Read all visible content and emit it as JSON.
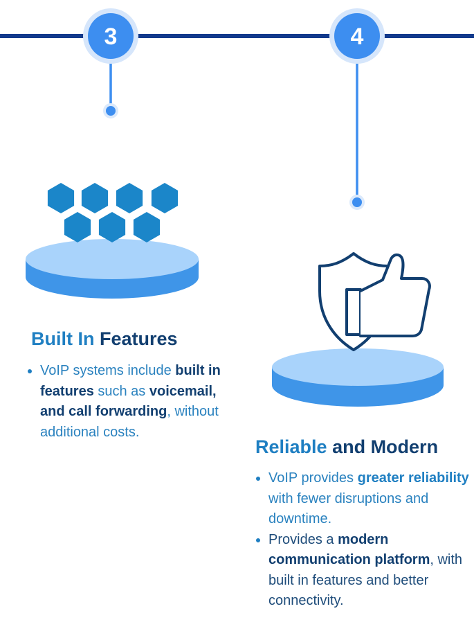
{
  "colors": {
    "timeline_line": "#123a8c",
    "badge_fill": "#3d8ef0",
    "badge_ring": "#d6e6fb",
    "connector": "#3d8ef0",
    "hexagon": "#1b86c9",
    "platform_top": "#a9d3fb",
    "platform_side": "#3f95e8",
    "shield_outline": "#123f70",
    "title_light": "#1f7fc2",
    "title_dark": "#123f70"
  },
  "steps": [
    {
      "number": "3",
      "icon": "hexagon-cluster-icon",
      "title_light": "Built In",
      "title_dark": "Features",
      "bullets": [
        {
          "parts": [
            "VoIP systems include ",
            "built in features",
            " such as ",
            "voicemail, and call forwarding",
            ", without additional costs."
          ]
        }
      ]
    },
    {
      "number": "4",
      "icon": "shield-thumbs-up-icon",
      "title_light": "Reliable",
      "title_dark": "and Modern",
      "bullets": [
        {
          "parts": [
            "VoIP provides ",
            "greater reliability",
            " with fewer disruptions and downtime."
          ]
        },
        {
          "parts": [
            "Provides a ",
            "modern communication platform",
            ", with built in features and better connectivity."
          ]
        }
      ]
    }
  ]
}
